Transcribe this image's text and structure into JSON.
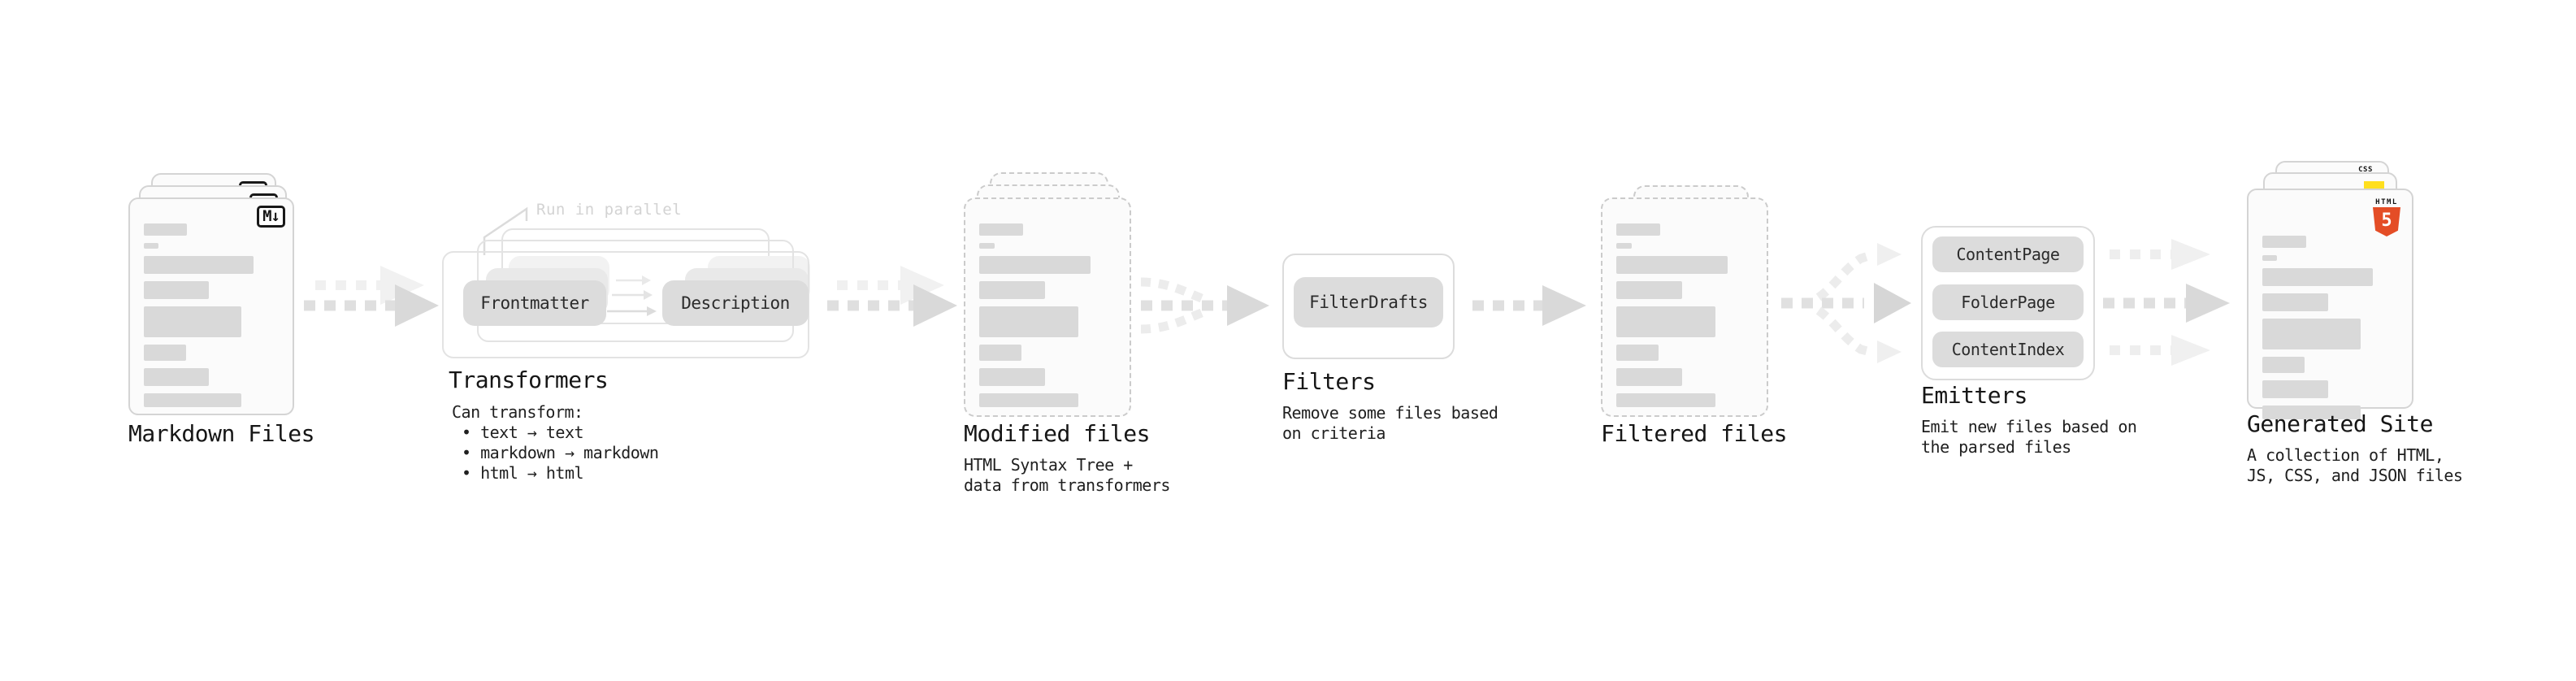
{
  "stages": {
    "markdown_files": {
      "label": "Markdown Files",
      "badge": "M↓"
    },
    "transformers": {
      "label": "Transformers",
      "callout": "Run in parallel",
      "box_frontmatter": "Frontmatter",
      "box_description": "Description",
      "desc_title": "Can transform:",
      "bullets": [
        "• text → text",
        "• markdown → markdown",
        "• html → html"
      ]
    },
    "modified_files": {
      "label": "Modified files",
      "desc": [
        "HTML Syntax Tree +",
        "data from transformers"
      ]
    },
    "filters": {
      "label": "Filters",
      "box": "FilterDrafts",
      "desc": [
        "Remove some files based",
        "on criteria"
      ]
    },
    "filtered_files": {
      "label": "Filtered files"
    },
    "emitters": {
      "label": "Emitters",
      "boxes": [
        "ContentPage",
        "FolderPage",
        "ContentIndex"
      ],
      "desc": [
        "Emit new files based on",
        "the parsed files"
      ]
    },
    "generated_site": {
      "label": "Generated Site",
      "desc": [
        "A collection of HTML,",
        "JS, CSS, and JSON files"
      ],
      "badges": {
        "html_word": "HTML",
        "html_number": "5",
        "css_word": "CSS"
      }
    }
  },
  "colors": {
    "arrow_main": "#d9d9d9",
    "arrow_light": "#f1f1f1",
    "chip_fill": "#dcdcdc",
    "bar_fill": "#d9d9d9",
    "card_border": "#d4d4d4",
    "html5_orange": "#e44d26",
    "js_yellow": "#ffdf1e",
    "css_blue": "#2767f4"
  }
}
